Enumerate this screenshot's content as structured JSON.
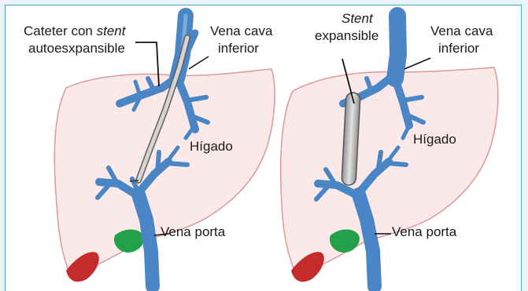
{
  "panels": [
    {
      "catheter_label_line1_prefix": "Cateter con ",
      "catheter_label_line1_italic": "stent",
      "catheter_label_line2": "autoesxpansible",
      "ivc_label_line1": "Vena cava",
      "ivc_label_line2": "inferior",
      "liver_label": "Hígado",
      "portal_label": "Vena porta"
    },
    {
      "stent_label_line1": "Stent",
      "stent_label_line2": "expansible",
      "ivc_label_line1": "Vena cava",
      "ivc_label_line2": "inferior",
      "liver_label": "Hígado",
      "portal_label": "Vena porta"
    }
  ],
  "colors": {
    "liver_fill": "#fbe8e8",
    "liver_stroke": "#d99a9a",
    "vein": "#4a86c5",
    "vein_light": "#7fb0e0",
    "gallbladder": "#22a04a",
    "spleen": "#c62b2b",
    "stent": "#b9b9b9",
    "frame": "#4aa3c9"
  }
}
